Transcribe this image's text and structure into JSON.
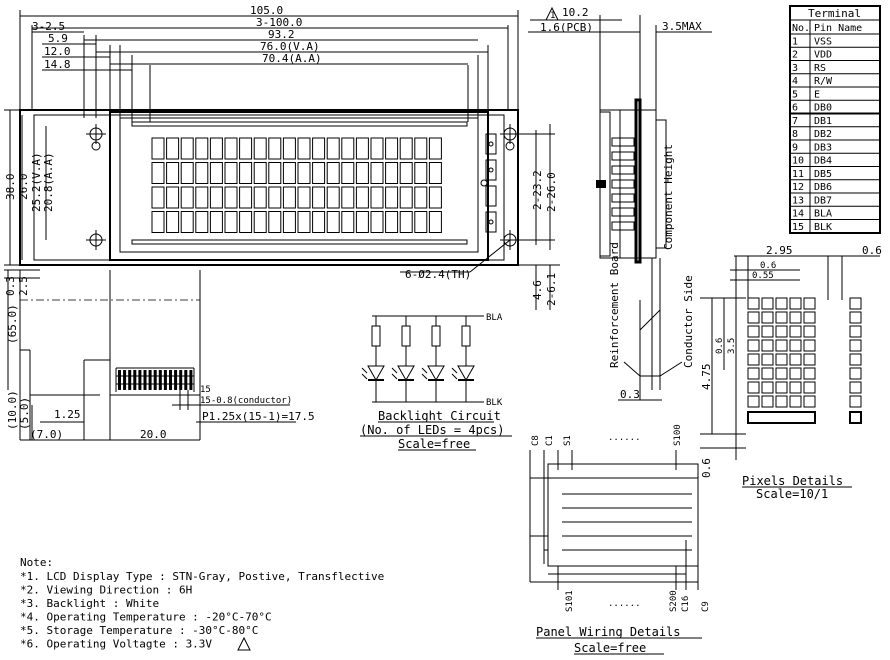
{
  "dims_top": {
    "d105": "105.0",
    "d100": "3-100.0",
    "d932": "93.2",
    "d76": "76.0(V.A)",
    "d704": "70.4(A.A)",
    "d25": "3-2.5",
    "d59": "5.9",
    "d120": "12.0",
    "d148": "14.8"
  },
  "dims_left": {
    "d380": "38.0",
    "d260": "26.0",
    "d252": "25.2(V.A)",
    "d208": "20.8(A.A)",
    "d03": "0.3",
    "d25b": "2.5"
  },
  "dims_right_main": {
    "d232": "2-23.2",
    "d2260": "2-26.0",
    "hole": "6-Ø2.4(TH)",
    "d46": "4.6",
    "d261": "2-6.1"
  },
  "side_view": {
    "d102": "10.2",
    "pcb": "1.6(PCB)",
    "max": "3.5MAX",
    "component_height": "Component Height",
    "reinforcement": "Reinforcement Board",
    "conductor": "Conductor Side",
    "d03": "0.3"
  },
  "bottom_left": {
    "d650": "(65.0)",
    "d100": "(10.0)",
    "d50": "(5.0)",
    "d125": "1.25",
    "d70": "(7.0)",
    "d200": "20.0",
    "d15": "15",
    "conductor": "15-0.8(conductor)",
    "pitch": "P1.25x(15-1)=17.5"
  },
  "terminal": {
    "title": "Terminal",
    "col_no": "No.",
    "col_pin": "Pin Name",
    "rows": [
      {
        "no": "1",
        "pin": "VSS"
      },
      {
        "no": "2",
        "pin": "VDD"
      },
      {
        "no": "3",
        "pin": "RS"
      },
      {
        "no": "4",
        "pin": "R/W"
      },
      {
        "no": "5",
        "pin": "E"
      },
      {
        "no": "6",
        "pin": "DB0"
      },
      {
        "no": "7",
        "pin": "DB1"
      },
      {
        "no": "8",
        "pin": "DB2"
      },
      {
        "no": "9",
        "pin": "DB3"
      },
      {
        "no": "10",
        "pin": "DB4"
      },
      {
        "no": "11",
        "pin": "DB5"
      },
      {
        "no": "12",
        "pin": "DB6"
      },
      {
        "no": "13",
        "pin": "DB7"
      },
      {
        "no": "14",
        "pin": "BLA"
      },
      {
        "no": "15",
        "pin": "BLK"
      }
    ]
  },
  "pixels": {
    "d295": "2.95",
    "d06a": "0.6",
    "d06b": "0.6",
    "d055": "0.55",
    "d06v": "0.6",
    "d35": "3.5",
    "d475": "4.75",
    "d06c": "0.6",
    "title": "Pixels Details",
    "scale": "Scale=10/1"
  },
  "backlight": {
    "bla": "BLA",
    "blk": "BLK",
    "title": "Backlight Circuit",
    "leds": "(No. of LEDs = 4pcs)",
    "scale": "Scale=free"
  },
  "wiring": {
    "c8": "C8",
    "c1": "C1",
    "s1": "S1",
    "s100": "S100",
    "s101": "S101",
    "s200": "S200",
    "c16": "C16",
    "c9": "C9",
    "dots": "......",
    "title": "Panel Wiring Details",
    "scale": "Scale=free"
  },
  "notes": {
    "head": "Note:",
    "lines": [
      "*1. LCD Display Type : STN-Gray, Postive, Transflective",
      "*2. Viewing Direction : 6H",
      "*3. Backlight : White",
      "*4. Operating Temperature : -20°C-70°C",
      "*5. Storage Temperature : -30°C-80°C",
      "*6. Operating Voltagte : 3.3V"
    ]
  },
  "revision_mark": "1"
}
